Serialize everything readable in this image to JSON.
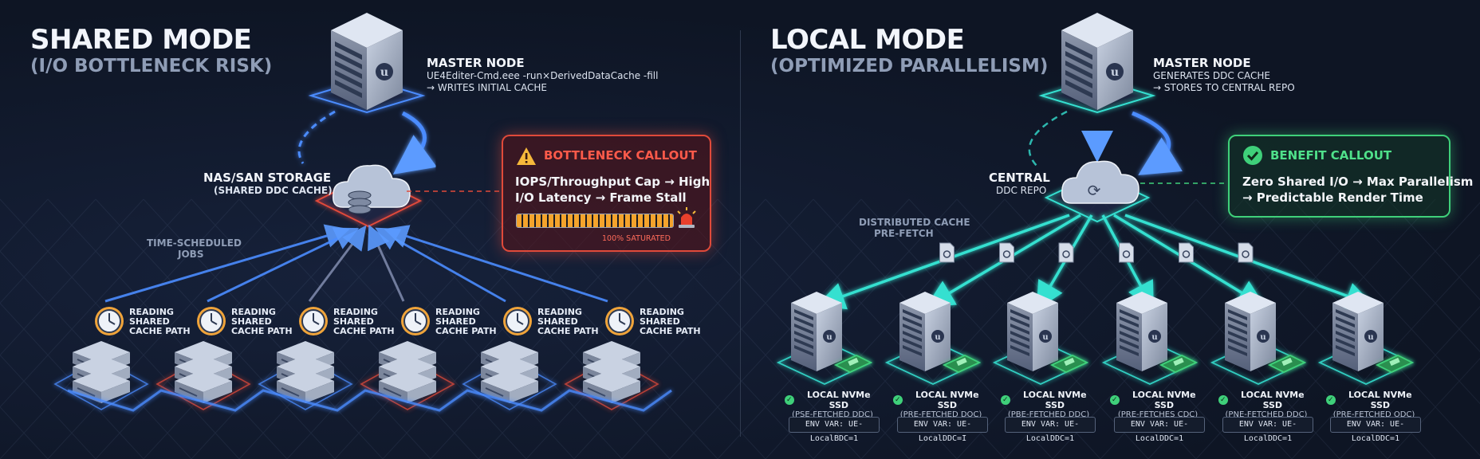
{
  "colors": {
    "background": "#0e1524",
    "shared_link": "#4b8cff",
    "bottleneck": "#e04a3a",
    "local_link": "#34e0d0",
    "benefit": "#3fd07a"
  },
  "shared": {
    "title": "SHARED MODE",
    "subtitle": "(I/O BOTTLENECK RISK)",
    "master": {
      "title": "MASTER NODE",
      "line1": "UE4Editer-Cmd.eee -run×DerivedDataCache -fill",
      "line2": "→ WRITES INITIAL CACHE"
    },
    "storage": {
      "title": "NAS/SAN STORAGE",
      "sub": "(SHARED DDC CACHE)"
    },
    "callout": {
      "icon": "warning-icon",
      "title": "BOTTLENECK CALLOUT",
      "line1": "IOPS/Throughput Cap → High",
      "line2": "I/O Latency → Frame Stall",
      "meter": 1.0,
      "meter_label": "100% SATURATED"
    },
    "jobs_label1": "TIME-SCHEDULED",
    "jobs_label2": "JOBS",
    "workers": [
      {
        "l1": "READING",
        "l2": "SHARED",
        "l3": "CACHE PATH"
      },
      {
        "l1": "READING",
        "l2": "SHARED",
        "l3": "CACHE PATH"
      },
      {
        "l1": "READING",
        "l2": "SHARED",
        "l3": "CACHE PATH"
      },
      {
        "l1": "READING",
        "l2": "SHARED",
        "l3": "CACHE PATH"
      },
      {
        "l1": "READING",
        "l2": "SHARED",
        "l3": "CACHE PATH"
      },
      {
        "l1": "READING",
        "l2": "SHARED",
        "l3": "CACHE PATH"
      }
    ]
  },
  "local": {
    "title": "LOCAL MODE",
    "subtitle": "(OPTIMIZED PARALLELISM)",
    "master": {
      "title": "MASTER NODE",
      "line1": "GENERATES DDC CACHE",
      "line2": "→ STORES TO CENTRAL REPO"
    },
    "repo": {
      "title": "CENTRAL",
      "sub": "DDC REPO"
    },
    "callout": {
      "icon": "check-circle-icon",
      "title": "BENEFIT CALLOUT",
      "line1": "Zero Shared I/O → Max Parallelism",
      "line2": "→ Predictable Render Time"
    },
    "prefetch1": "DISTRIBUTED CACHE",
    "prefetch2": "PRE-FETCH",
    "workers": [
      {
        "ssd": "LOCAL NVMe SSD",
        "sub": "(PSE-FETCHED DDC)",
        "env": "ENV VAR: UE-LocalBDC=1"
      },
      {
        "ssd": "LOCAL NVMe SSD",
        "sub": "(PRE-FETCHED DOC)",
        "env": "ENV VAR: UE-LocalDDC=I"
      },
      {
        "ssd": "LOCAL NVMe SSD",
        "sub": "(PBE-FETCHED DDC)",
        "env": "ENV VAR: UE-LocalDDC=1"
      },
      {
        "ssd": "LOCAL NVMe SSD",
        "sub": "(PRE-FETCHES CDC)",
        "env": "ENV VAR: UE-LocalDDC=1"
      },
      {
        "ssd": "LOCAL NVMe SSD",
        "sub": "(PNE-FETCHED DDC)",
        "env": "ENV VAR: UE-LocalDDC=1"
      },
      {
        "ssd": "LOCAL NVMe SSD",
        "sub": "(PRE-FETCHED ODC)",
        "env": "ENV VAR: UE-LocalDDC=1"
      }
    ]
  }
}
